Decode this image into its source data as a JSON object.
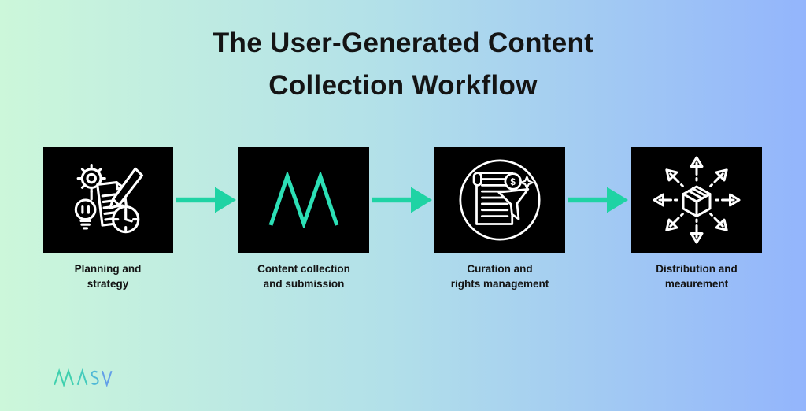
{
  "title": {
    "line1": "The User-Generated Content",
    "line2": "Collection Workflow"
  },
  "steps": [
    {
      "icon": "planning-strategy-icon",
      "label": "Planning and\nstrategy"
    },
    {
      "icon": "masv-m-icon",
      "label": "Content collection\nand submission"
    },
    {
      "icon": "curation-rights-icon",
      "label": "Curation and\nrights management"
    },
    {
      "icon": "distribution-cube-icon",
      "label": "Distribution and\nmeaurement"
    }
  ],
  "connectors": [
    {
      "icon": "arrow-right-icon"
    },
    {
      "icon": "arrow-right-icon"
    },
    {
      "icon": "arrow-right-icon"
    }
  ],
  "logo": {
    "name": "MASV",
    "letters": [
      "M",
      "A",
      "S",
      "V"
    ]
  },
  "colors": {
    "bg-left": "#ccf7da",
    "bg-mid": "#b2e0e9",
    "bg-right": "#93b5fc",
    "box": "#000000",
    "accent": "#1fd3a4",
    "masv-m": "#2ce0b6",
    "icon-stroke": "#ffffff",
    "text": "#141414",
    "logo-m": "#3ed0ae",
    "logo-a": "#45cbbd",
    "logo-s": "#4fb8d7",
    "logo-v": "#639fe8"
  },
  "coin_symbol": "$"
}
